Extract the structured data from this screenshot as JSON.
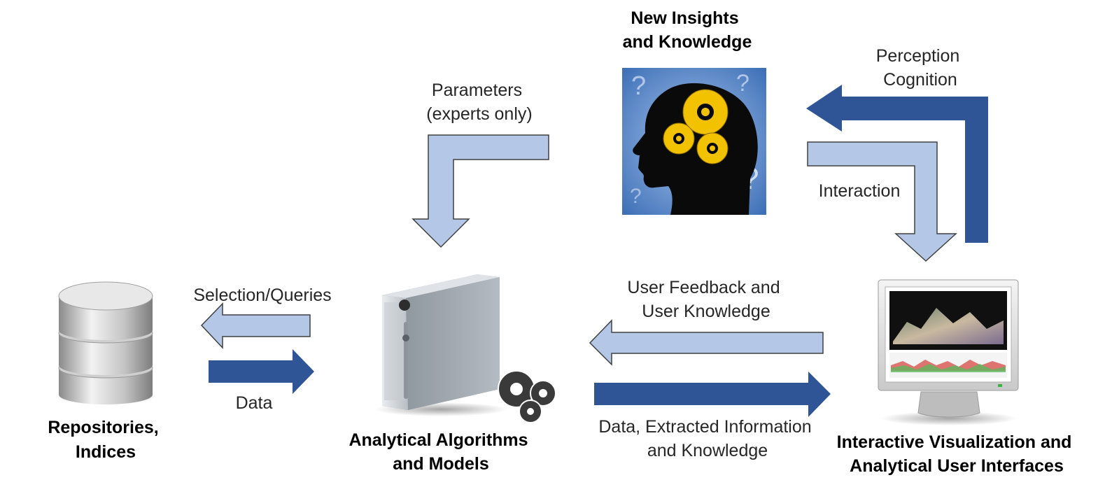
{
  "nodes": {
    "insights": {
      "title": [
        "New Insights",
        "and Knowledge"
      ],
      "icon": "head-gears-icon"
    },
    "repositories": {
      "title": [
        "Repositories,",
        "Indices"
      ],
      "icon": "database-icon"
    },
    "algorithms": {
      "title": [
        "Analytical Algorithms",
        "and Models"
      ],
      "icon": "server-gears-icon"
    },
    "visualization": {
      "title": [
        "Interactive Visualization and",
        "Analytical User Interfaces"
      ],
      "icon": "monitor-visualization-icon"
    }
  },
  "edges": {
    "parameters": [
      "Parameters",
      "(experts only)"
    ],
    "perception": [
      "Perception",
      "Cognition"
    ],
    "interaction": [
      "Interaction"
    ],
    "selection": [
      "Selection/Queries"
    ],
    "data": [
      "Data"
    ],
    "feedback": [
      "User Feedback and",
      "User Knowledge"
    ],
    "extracted": [
      "Data, Extracted Information",
      "and Knowledge"
    ]
  },
  "colors": {
    "light_arrow": "#b4c7e7",
    "dark_arrow": "#2f5597",
    "arrow_stroke": "#404040",
    "head_bg": "#5b86c4",
    "gear": "#f2c200"
  }
}
